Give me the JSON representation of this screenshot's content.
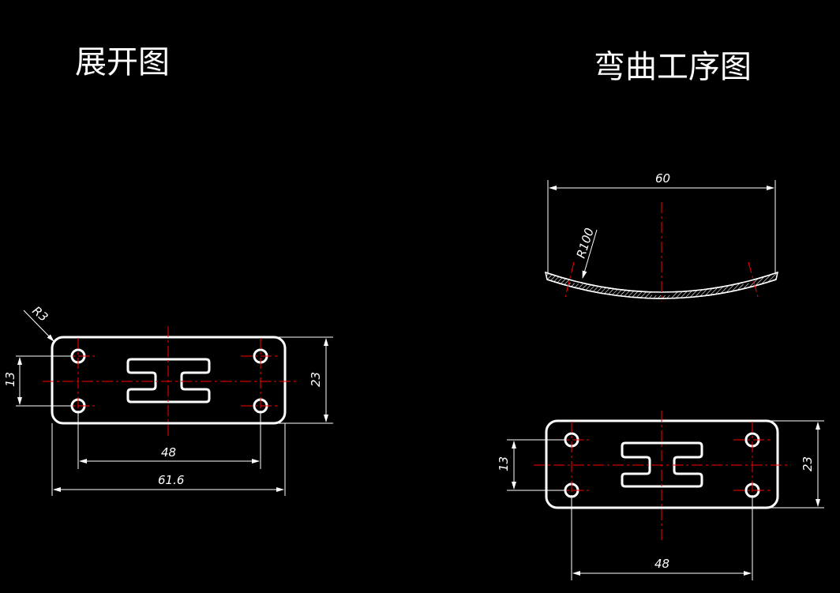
{
  "titles": {
    "unfold": "展开图",
    "bend": "弯曲工序图"
  },
  "dimensions": {
    "left": {
      "radius": "R3",
      "hole_spacing_v": "13",
      "height": "23",
      "hole_spacing_h": "48",
      "length": "61.6"
    },
    "bend": {
      "width": "60",
      "radius": "R100"
    },
    "right": {
      "hole_spacing_v": "13",
      "height": "23",
      "hole_spacing_h": "48"
    }
  },
  "colors": {
    "background": "#000000",
    "outline": "#ffffff",
    "centerline": "#ff0000"
  }
}
